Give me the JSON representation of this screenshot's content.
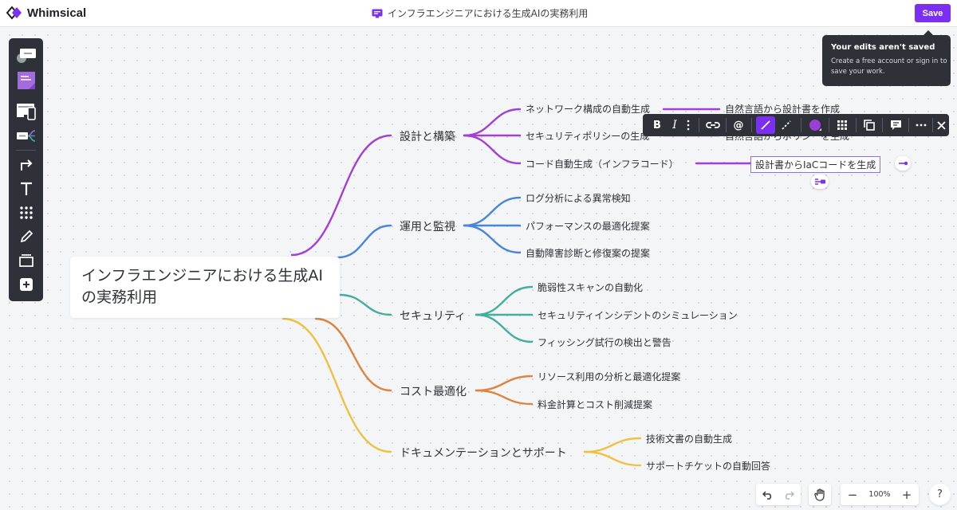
{
  "app": {
    "name": "Whimsical"
  },
  "header": {
    "doc_title": "インフラエンジニアにおける生成AIの実務利用",
    "save_label": "Save"
  },
  "tooltip": {
    "title": "Your edits aren't saved",
    "body": "Create a free account or sign in to save your work."
  },
  "toolbar_left": {
    "tools": [
      "flowchart-icon",
      "sticky-note-icon",
      "wireframe-icon",
      "mindmap-icon",
      "connector-icon",
      "text-icon",
      "grid-icon",
      "pen-icon",
      "section-icon",
      "add-icon"
    ]
  },
  "mindmap": {
    "root": "インフラエンジニアにおける生成AIの実務利用",
    "branches": [
      {
        "label": "設計と構築",
        "color": "#a33fd1",
        "children": [
          {
            "label": "ネットワーク構成の自動生成",
            "child": "自然言語から設計書を作成"
          },
          {
            "label": "セキュリティポリシーの生成",
            "child": "自然言語からポリシーを生成"
          },
          {
            "label": "コード自動生成（インフラコード）",
            "child": "設計書からIaCコードを生成"
          }
        ]
      },
      {
        "label": "運用と監視",
        "color": "#4a86d6",
        "children": [
          {
            "label": "ログ分析による異常検知"
          },
          {
            "label": "パフォーマンスの最適化提案"
          },
          {
            "label": "自動障害診断と修復案の提案"
          }
        ]
      },
      {
        "label": "セキュリティ",
        "color": "#45ad9b",
        "children": [
          {
            "label": "脆弱性スキャンの自動化"
          },
          {
            "label": "セキュリティインシデントのシミュレーション"
          },
          {
            "label": "フィッシング試行の検出と警告"
          }
        ]
      },
      {
        "label": "コスト最適化",
        "color": "#dd8540",
        "children": [
          {
            "label": "リソース利用の分析と最適化提案"
          },
          {
            "label": "料金計算とコスト削減提案"
          }
        ]
      },
      {
        "label": "ドキュメンテーションとサポート",
        "color": "#efc143",
        "children": [
          {
            "label": "技術文書の自動生成"
          },
          {
            "label": "サポートチケットの自動回答"
          }
        ]
      }
    ]
  },
  "format_toolbar": {
    "bold": "B",
    "italic": "I",
    "mention": "@",
    "accent": "#7b2ff0",
    "swatch": "#9b3fd6"
  },
  "bottom": {
    "zoom": "100%",
    "minus": "−",
    "plus": "+",
    "help": "?"
  }
}
